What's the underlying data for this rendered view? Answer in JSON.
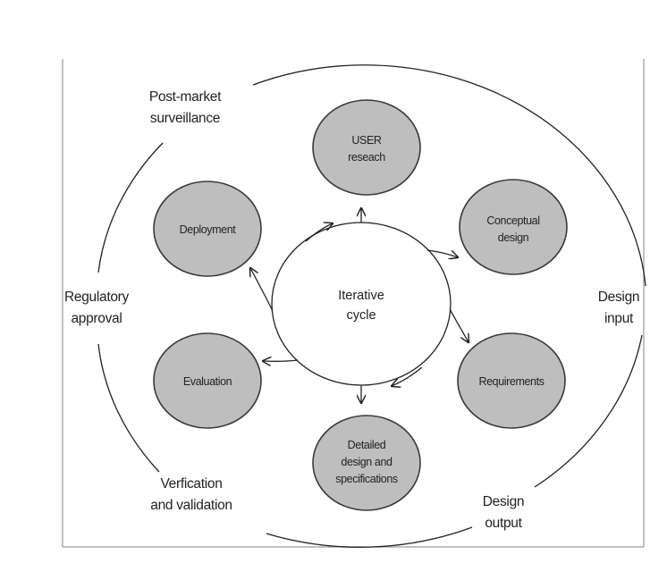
{
  "center": {
    "line1": "Iterative",
    "line2": "cycle"
  },
  "stages": [
    {
      "id": "user-research",
      "line1": "USER",
      "line2": "reseach",
      "line3": ""
    },
    {
      "id": "conceptual-design",
      "line1": "Conceptual",
      "line2": "design",
      "line3": ""
    },
    {
      "id": "requirements",
      "line1": "Requirements",
      "line2": "",
      "line3": ""
    },
    {
      "id": "detailed-design",
      "line1": "Detailed",
      "line2": "design and",
      "line3": "specifications"
    },
    {
      "id": "evaluation",
      "line1": "Evaluation",
      "line2": "",
      "line3": ""
    },
    {
      "id": "deployment",
      "line1": "Deployment",
      "line2": "",
      "line3": ""
    }
  ],
  "phases": {
    "post_market": {
      "line1": "Post-market",
      "line2": "surveillance"
    },
    "regulatory": {
      "line1": "Regulatory",
      "line2": "approval"
    },
    "verification": {
      "line1": "Verfication",
      "line2": "and validation"
    },
    "design_output": {
      "line1": "Design",
      "line2": "output"
    },
    "design_input": {
      "line1": "Design",
      "line2": "input"
    }
  },
  "colors": {
    "node_fill": "#bebebe",
    "node_stroke": "#3a3a3a",
    "line": "#222222",
    "frame": "#9a9a9a"
  }
}
